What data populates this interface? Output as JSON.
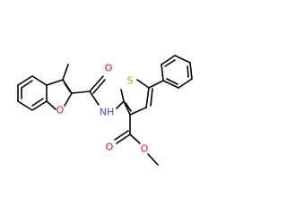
{
  "molecule": {
    "atom_labels": {
      "O_ring_benzofuran": "O",
      "O_amide": "O",
      "N_amide": "NH",
      "S_thiophene": "S",
      "O_carbonyl_ester": "O",
      "O_ester_link": "O"
    },
    "colors": {
      "bond": "#000000",
      "oxygen": "#ff0d0d",
      "nitrogen": "#3050f8",
      "sulfur": "#b2a700"
    }
  }
}
